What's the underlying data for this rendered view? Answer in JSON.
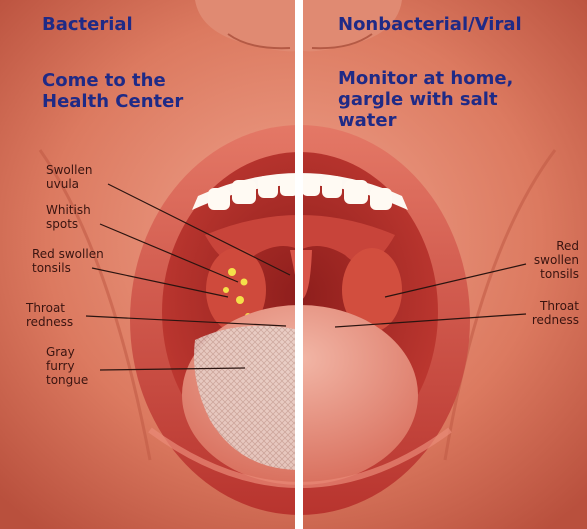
{
  "left_panel": {
    "title": "Bacterial",
    "advice": "Come to the\nHealth Center",
    "labels": {
      "uvula": "Swollen\nuvula",
      "spots": "Whitish\nspots",
      "tonsils": "Red swollen\ntonsils",
      "redness": "Throat\nredness",
      "tongue": "Gray\nfurry\ntongue"
    }
  },
  "right_panel": {
    "title": "Nonbacterial/Viral",
    "advice": "Monitor at home,\ngargle with salt\nwater",
    "labels": {
      "tonsils": "Red\nswollen\ntonsils",
      "redness": "Throat\nredness"
    }
  },
  "colors": {
    "heading": "#1f2a86",
    "skin": "#d86a52",
    "lip": "#c03a34",
    "divider": "#ffffff"
  }
}
